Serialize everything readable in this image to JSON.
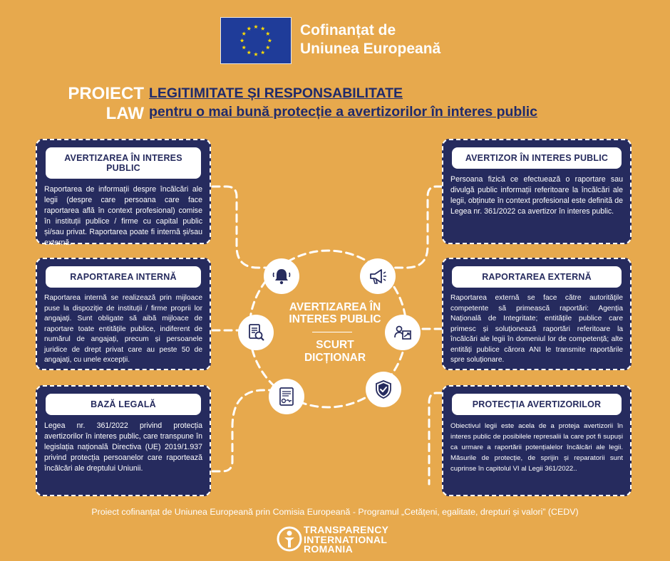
{
  "header": {
    "eu_line1": "Cofinanțat de",
    "eu_line2": "Uniunea Europeană"
  },
  "project": {
    "label_line1": "PROIECT",
    "label_line2": "LAW",
    "title_line1": "LEGITIMITATE ȘI RESPONSABILITATE",
    "title_line2": "pentru o mai bună protecție a avertizorilor în interes public"
  },
  "center": {
    "title_line1": "AVERTIZAREA ÎN",
    "title_line2": "INTERES PUBLIC",
    "sub_line1": "SCURT",
    "sub_line2": "DICȚIONAR"
  },
  "cards": {
    "tl": {
      "title": "Avertizarea în interes public",
      "body": "Raportarea de informații despre încălcări ale legii (despre care persoana care face raportarea află în context profesional) comise în instituții publice / firme cu capital public și/sau privat. Raportarea poate fi internă și/sau externă."
    },
    "ml": {
      "title": "Raportarea internă",
      "body": "Raportarea internă se realizează prin mijloace puse la dispoziție de instituții / firme proprii lor angajați. Sunt obligate să aibă mijloace de raportare toate entitățile publice, indiferent de numărul de angajați, precum și persoanele juridice de drept privat care au peste 50 de angajați, cu unele excepții."
    },
    "bl": {
      "title": "Bază legală",
      "body": "Legea nr. 361/2022 privind protecția avertizorilor în interes public, care transpune în legislația națională Directiva (UE) 2019/1.937 privind protecția persoanelor care raportează încălcări ale dreptului Uniunii."
    },
    "tr": {
      "title": "Avertizor în interes public",
      "body": "Persoana fizică ce efectuează o raportare sau divulgă public informații referitoare la încălcări ale legii, obținute în context profesional este definită de Legea nr. 361/2022 ca avertizor în interes public."
    },
    "mr": {
      "title": "Raportarea externă",
      "body": "Raportarea externă se face către autoritățile competente să primească raportări: Agenția Națională de Integritate; entitățile publice care primesc și soluționează raportări referitoare la încălcări ale legii în domeniul lor de competență; alte entități publice cărora ANI le transmite raportările spre soluționare."
    },
    "br": {
      "title": "Protecția avertizorilor",
      "body": "Obiectivul legii este acela de a proteja avertizorii în interes public de posibilele represalii la care pot fi supuși ca urmare a raportării potențialelor încălcări ale legii. Măsurile de protecție, de sprijin și reparatorii sunt cuprinse în capitolul VI al Legii 361/2022.."
    }
  },
  "icons": [
    "bell-icon",
    "megaphone-icon",
    "document-search-icon",
    "user-report-icon",
    "contract-icon",
    "shield-check-icon"
  ],
  "footer": {
    "text": "Proiect cofinanțat de Uniunea Europeană prin Comisia Europeană - Programul „Cetățeni, egalitate, drepturi și valori” (CEDV)",
    "logo_line1": "TRANSPARENCY",
    "logo_line2": "INTERNATIONAL",
    "logo_line3": "ROMANIA"
  },
  "colors": {
    "background": "#E7A94D",
    "card": "#262B5E",
    "title_blue": "#1F2A6B",
    "eu_blue": "#1F3C99",
    "eu_star": "#FFDD00"
  }
}
